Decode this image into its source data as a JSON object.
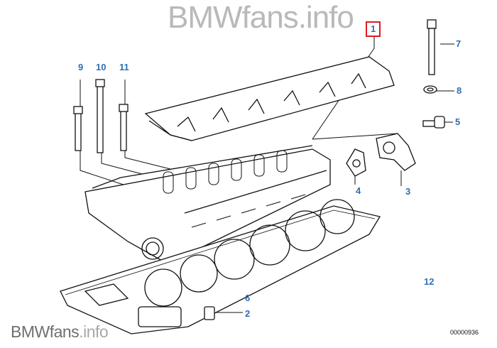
{
  "watermark_top": {
    "brand": "BMWfans",
    "suffix": ".info"
  },
  "watermark_bottom": {
    "brand": "BMWfans",
    "suffix": ".info"
  },
  "diagram_number": "00000936",
  "callouts": [
    {
      "num": "1",
      "highlighted": true
    },
    {
      "num": "7"
    },
    {
      "num": "8"
    },
    {
      "num": "5"
    },
    {
      "num": "3"
    },
    {
      "num": "4"
    },
    {
      "num": "9"
    },
    {
      "num": "10"
    },
    {
      "num": "11"
    },
    {
      "num": "12"
    },
    {
      "num": "6"
    },
    {
      "num": "2"
    }
  ],
  "colors": {
    "callout": "#2f6fb5",
    "highlight": "#e0191f"
  }
}
